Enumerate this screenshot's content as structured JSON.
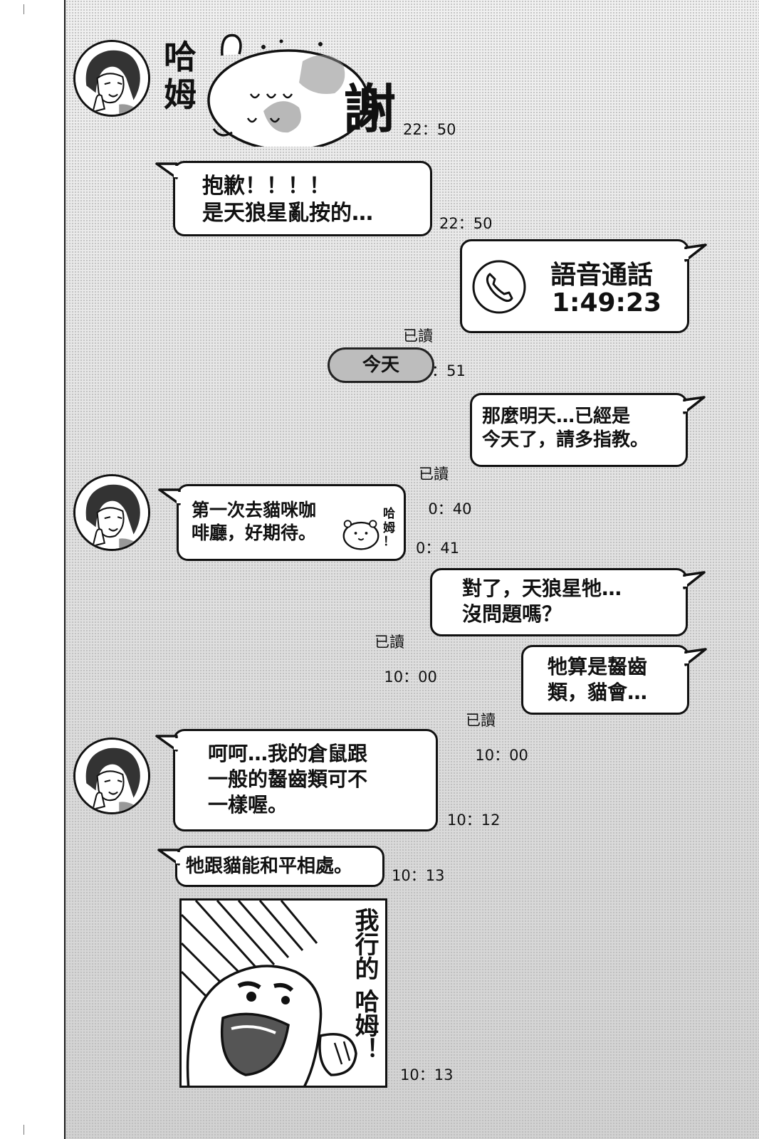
{
  "sticker_top": {
    "left_text": "哈\n姆",
    "right_text": "謝"
  },
  "messages": {
    "m1_time": "22：50",
    "m2_text": "抱歉！！！！\n是天狼星亂按的…",
    "m2_time": "22：50",
    "m3_title": "語音通話",
    "m3_duration": "1:49:23",
    "m3_read": "已讀",
    "m3_time": "22：51",
    "date_label": "今天",
    "m4_text": "那麼明天…已經是\n今天了，請多指教。",
    "m4_read": "已讀",
    "m4_time": "0：40",
    "m5_text": "第一次去貓咪咖\n啡廳，好期待。",
    "m5_sticker": "哈\n姆\n！",
    "m5_time": "0：41",
    "m6_text": "對了，天狼星牠…\n沒問題嗎？",
    "m6_read": "已讀",
    "m6_time": "10：00",
    "m7_text": "牠算是齧齒\n類，貓會…",
    "m7_read": "已讀",
    "m7_time": "10：00",
    "m8_text": "呵呵…我的倉鼠跟\n一般的齧齒類可不\n一樣喔。",
    "m8_time": "10：12",
    "m9_text": "牠跟貓能和平相處。",
    "m9_time": "10：13",
    "m10_panel_text": "我行的\n哈姆！",
    "m10_time": "10：13"
  },
  "icons": {
    "call": "phone-icon",
    "avatar": "avatar-portrait"
  }
}
